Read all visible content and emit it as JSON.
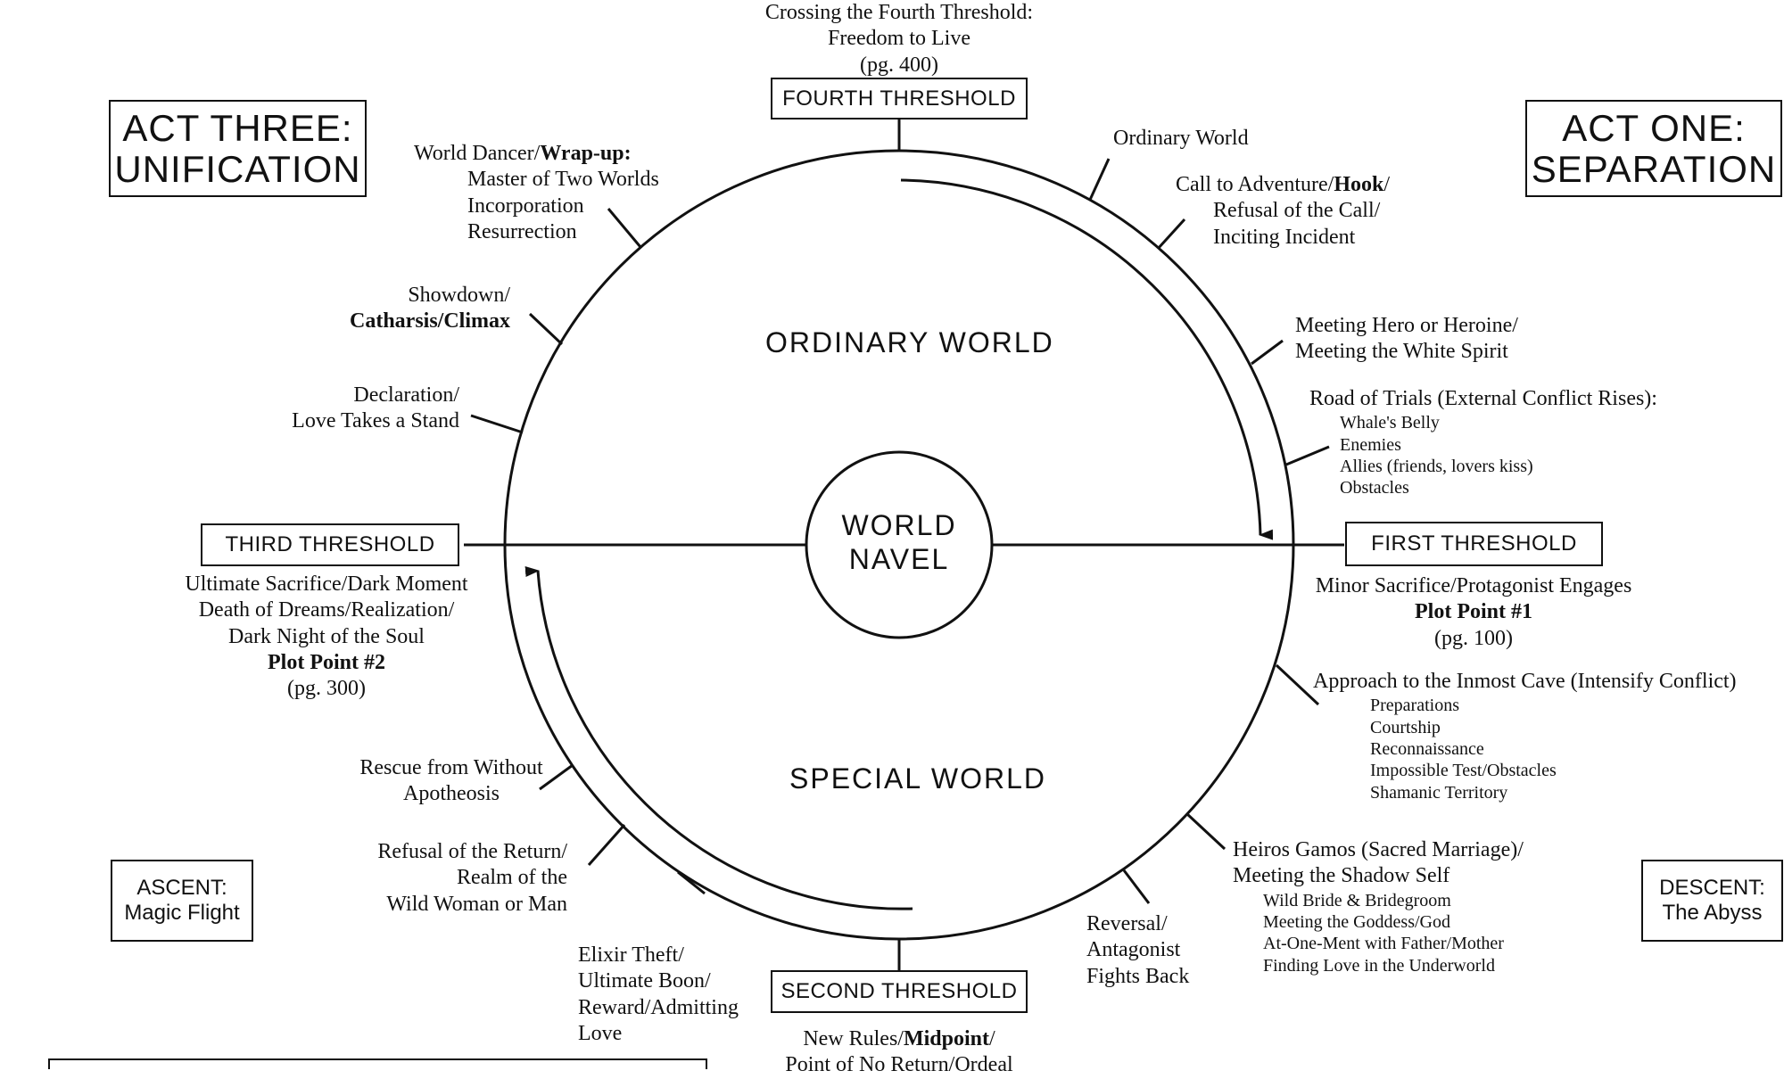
{
  "fourth_threshold": {
    "title": [
      "Crossing the Fourth Threshold:",
      "Freedom to Live",
      "(pg. 400)"
    ],
    "box": "FOURTH THRESHOLD"
  },
  "first_threshold": {
    "box": "FIRST THRESHOLD",
    "line1": "Minor Sacrifice/Protagonist Engages",
    "line2": "Plot Point #1",
    "line3": "(pg. 100)"
  },
  "second_threshold": {
    "box": "SECOND THRESHOLD",
    "line1_a": "New Rules/",
    "line1_b": "Midpoint",
    "line1_c": "/",
    "line2": "Point of No Return/Ordeal"
  },
  "third_threshold": {
    "box": "THIRD THRESHOLD",
    "line1": "Ultimate Sacrifice/Dark Moment",
    "line2": "Death of Dreams/Realization/",
    "line3": "Dark Night of the Soul",
    "line4": "Plot Point #2",
    "line5": "(pg. 300)"
  },
  "acts": {
    "act_three": [
      "ACT THREE:",
      "UNIFICATION"
    ],
    "act_one": [
      "ACT ONE:",
      "SEPARATION"
    ],
    "ascent": [
      "ASCENT:",
      "Magic Flight"
    ],
    "descent": [
      "DESCENT:",
      "The Abyss"
    ]
  },
  "regions": {
    "ordinary": "ORDINARY WORLD",
    "special": "SPECIAL WORLD",
    "navel": [
      "WORLD",
      "NAVEL"
    ]
  },
  "labels": {
    "ordinary_world": "Ordinary World",
    "call_a": "Call to Adventure/",
    "call_b": "Hook",
    "call_c": "/",
    "call_2": "Refusal of the Call/",
    "call_3": "Inciting Incident",
    "meeting": [
      "Meeting Hero or Heroine/",
      "Meeting the White Spirit"
    ],
    "road_title": "Road of Trials (External Conflict Rises):",
    "road_items": [
      "Whale's Belly",
      "Enemies",
      "Allies (friends, lovers kiss)",
      "Obstacles"
    ],
    "approach_title": "Approach to the Inmost Cave (Intensify Conflict)",
    "approach_items": [
      "Preparations",
      "Courtship",
      "Reconnaissance",
      "Impossible Test/Obstacles",
      "Shamanic Territory"
    ],
    "heiros": [
      "Heiros Gamos (Sacred Marriage)/",
      "Meeting the Shadow Self"
    ],
    "heiros_items": [
      "Wild Bride & Bridegroom",
      "Meeting the Goddess/God",
      "At-One-Ment with Father/Mother",
      "Finding Love in the Underworld"
    ],
    "reversal": [
      "Reversal/",
      "Antagonist",
      "Fights Back"
    ],
    "elixir": [
      "Elixir Theft/",
      "Ultimate Boon/",
      "Reward/Admitting",
      "Love"
    ],
    "refusal_return": [
      "Refusal of the Return/",
      "Realm of the",
      "Wild Woman or Man"
    ],
    "rescue": [
      "Rescue from Without",
      "Apotheosis"
    ],
    "declaration": [
      "Declaration/",
      "Love Takes a Stand"
    ],
    "showdown_1": "Showdown/",
    "showdown_2": "Catharsis/Climax",
    "world_dancer_a": "World Dancer/",
    "world_dancer_b": "Wrap-up:",
    "world_dancer_items": [
      "Master of Two Worlds",
      "Incorporation",
      "Resurrection"
    ]
  }
}
